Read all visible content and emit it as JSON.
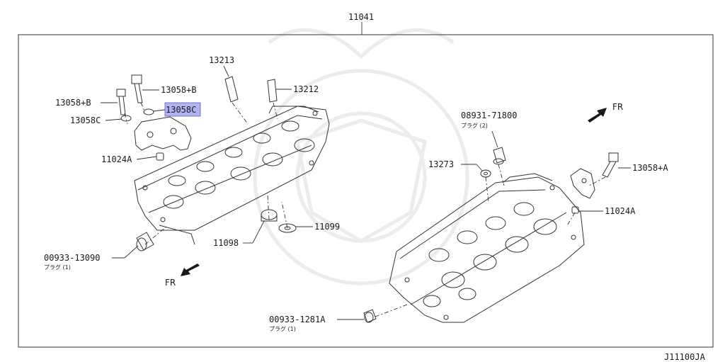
{
  "diagram": {
    "assembly_number": "11041",
    "ref_code": "J11100JA",
    "highlight_color": "#b3b3f2",
    "callouts": {
      "p13058B_left": "13058+B",
      "p13058B_right": "13058+B",
      "p13058C_left": "13058C",
      "p13058C_highlight": "13058C",
      "p11024A_left": "11024A",
      "p13213": "13213",
      "p13212": "13212",
      "p00933_13090": "00933-13090",
      "p00933_13090_sub": "プラグ (1)",
      "p11098": "11098",
      "p11099": "11099",
      "p08931_71800": "08931-71800",
      "p08931_71800_sub": "プラグ (2)",
      "p13273": "13273",
      "p13058A": "13058+A",
      "p11024A_right": "11024A",
      "p00933_1281A": "00933-1281A",
      "p00933_1281A_sub": "プラグ (1)"
    },
    "direction": {
      "fr_top": "FR",
      "fr_bottom": "FR"
    }
  }
}
